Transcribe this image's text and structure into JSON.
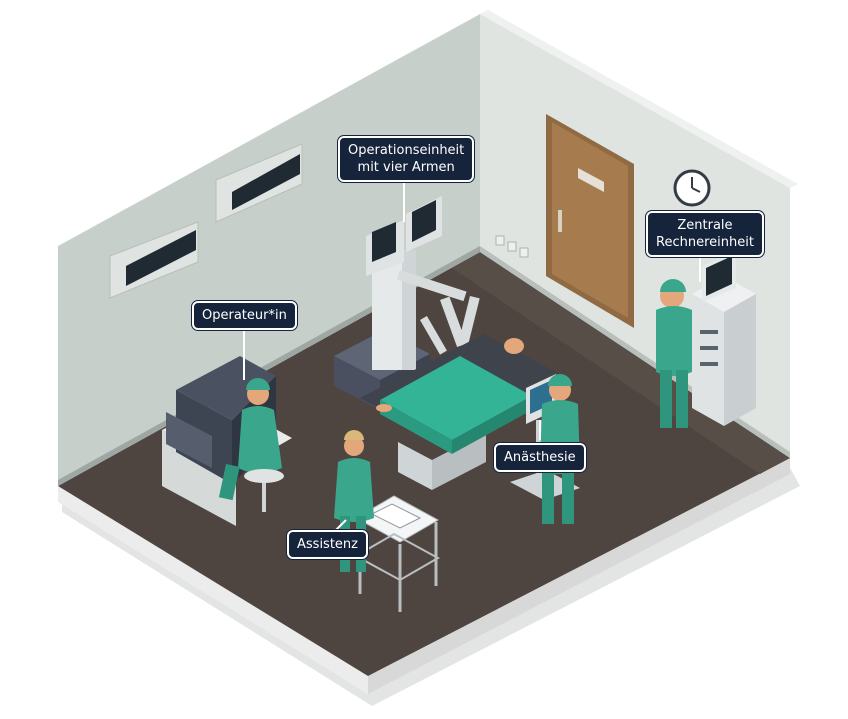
{
  "labels": {
    "operationseinheit": [
      "Operationseinheit",
      "mit vier Armen"
    ],
    "zentrale": [
      "Zentrale",
      "Rechnereinheit"
    ],
    "operateur": "Operateur*in",
    "anaesthesie": "Anästhesie",
    "assistenz": "Assistenz"
  },
  "colors": {
    "label_bg": "#15243b",
    "scrubs": "#3aa78c",
    "floor": "#4e4540",
    "wall": "#c9d1cd",
    "door": "#a67c4f",
    "drape": "#33b497"
  },
  "icons": [
    "clock-icon",
    "wall-monitor-icon",
    "surgeon-console-icon",
    "robot-tower-icon",
    "operating-table-icon",
    "anesthesia-monitor-icon",
    "computer-cart-icon",
    "instrument-trolley-icon"
  ]
}
